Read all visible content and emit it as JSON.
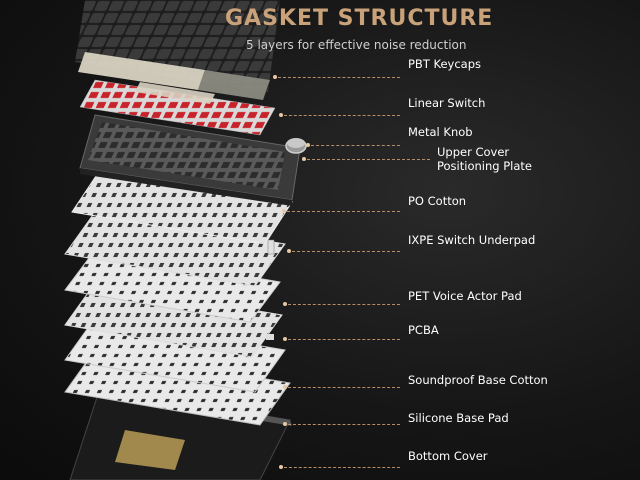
{
  "header": {
    "title": "GASKET STRUCTURE",
    "subtitle": "5 layers for effective noise reduction"
  },
  "layers": [
    {
      "label": "PBT Keycaps"
    },
    {
      "label": "Linear Switch"
    },
    {
      "label": "Metal Knob"
    },
    {
      "label": "Upper Cover\nPositioning Plate"
    },
    {
      "label": "PO Cotton"
    },
    {
      "label": "IXPE Switch Underpad"
    },
    {
      "label": "PET Voice Actor Pad"
    },
    {
      "label": "PCBA"
    },
    {
      "label": "Soundproof Base Cotton"
    },
    {
      "label": "Silicone Base Pad"
    },
    {
      "label": "Bottom Cover"
    }
  ],
  "colors": {
    "title": "#c9a27a",
    "leader_line": "#b88d66",
    "leader_dot": "#e8c7a4",
    "keycap_dark": "#2e2e2e",
    "keycap_cream": "#d8d2c2",
    "keycap_gray": "#8a8a80",
    "switch_red": "#c8222a",
    "plate_white": "#e6e6e6",
    "case_dark": "#3a3a3a",
    "gold": "#b89b56"
  }
}
